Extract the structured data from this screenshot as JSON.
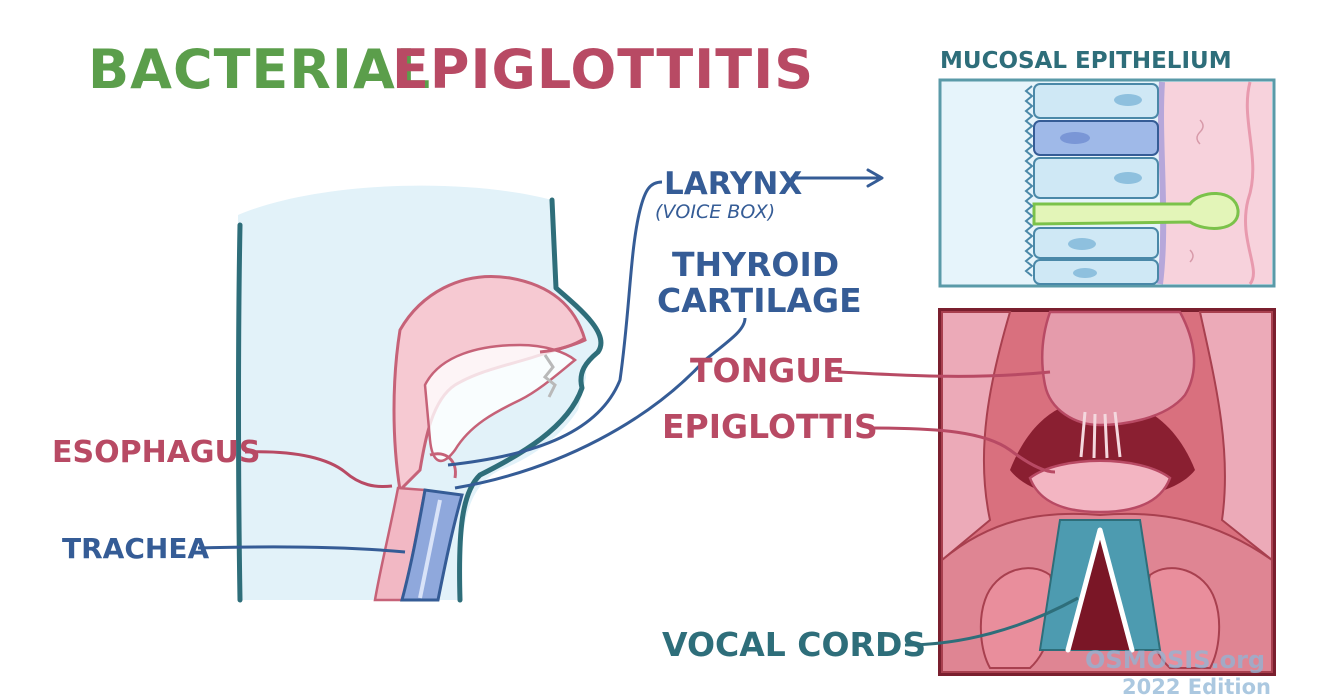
{
  "title": {
    "part1": "BACTERIAL",
    "part2": "EPIGLOTTITIS"
  },
  "labels": {
    "larynx": "LARYNX",
    "voice_box": "(VOICE BOX)",
    "thyroid_line1": "THYROID",
    "thyroid_line2": "CARTILAGE",
    "esophagus": "ESOPHAGUS",
    "trachea": "TRACHEA",
    "tongue": "TONGUE",
    "epiglottis": "EPIGLOTTIS",
    "vocal_cords": "VOCAL CORDS"
  },
  "inset": {
    "mucosal_title": "MUCOSAL EPITHELIUM"
  },
  "watermark": {
    "brand": "OSMOSIS.org",
    "edition": "2022 Edition"
  },
  "colors": {
    "green": "#5b9e4b",
    "crimson": "#b84a64",
    "navy": "#355c96",
    "teal": "#2e6e7a",
    "pink_tissue": "#f6c9d2",
    "light_blue": "#dff1f8"
  }
}
